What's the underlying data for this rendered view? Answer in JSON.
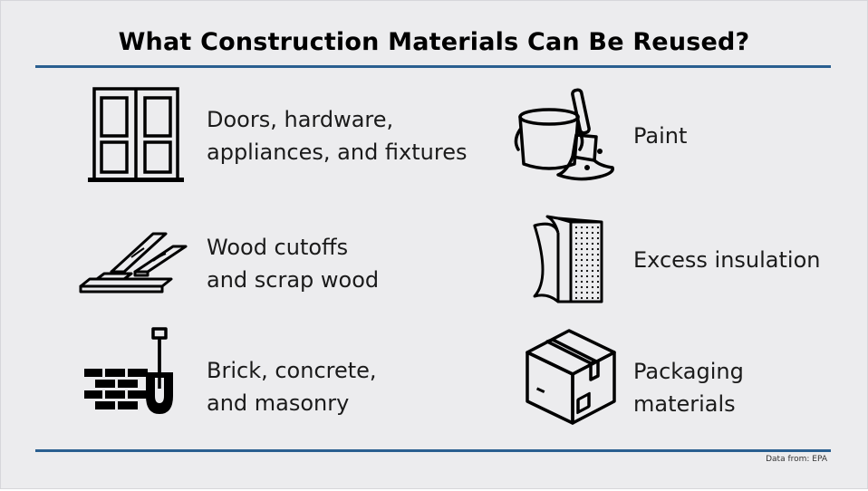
{
  "title": "What Construction Materials Can Be Reused?",
  "colors": {
    "accent_rule": "#2a5f90",
    "background": "#ececee",
    "ink": "#000000"
  },
  "items": [
    {
      "icon": "door-icon",
      "lines": [
        "Doors, hardware,",
        "appliances, and fixtures"
      ]
    },
    {
      "icon": "paint-bucket-icon",
      "lines": [
        "Paint"
      ]
    },
    {
      "icon": "wood-planks-icon",
      "lines": [
        "Wood cutoffs",
        "and scrap wood"
      ]
    },
    {
      "icon": "insulation-icon",
      "lines": [
        "Excess insulation"
      ]
    },
    {
      "icon": "brick-shovel-icon",
      "lines": [
        "Brick, concrete,",
        "and masonry"
      ]
    },
    {
      "icon": "cardboard-box-icon",
      "lines": [
        "Packaging",
        "materials"
      ]
    }
  ],
  "source": "Data from: EPA"
}
